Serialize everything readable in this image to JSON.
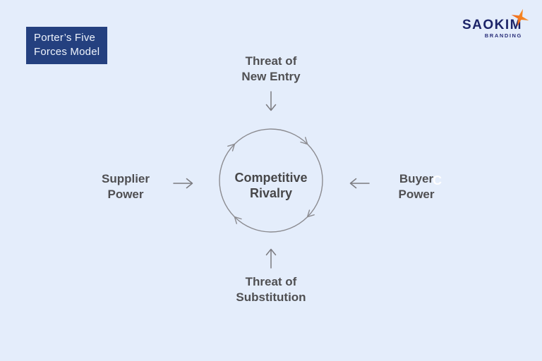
{
  "title_badge": {
    "line1": "Porter’s Five",
    "line2": "Forces Model"
  },
  "logo": {
    "wordmark": "SAOKIM",
    "tagline": "BRANDING"
  },
  "diagram": {
    "title": "Porter’s Five Forces Model",
    "center": {
      "line1": "Competitive",
      "line2": "Rivalry"
    },
    "forces": [
      {
        "id": "threat-of-new-entry",
        "position": "top",
        "line1": "Threat of",
        "line2": "New Entry",
        "arrow_direction": "down-toward-center"
      },
      {
        "id": "supplier-power",
        "position": "left",
        "line1": "Supplier",
        "line2": "Power",
        "arrow_direction": "right-toward-center"
      },
      {
        "id": "buyer-power",
        "position": "right",
        "line1": "Buyer",
        "line2": "Power",
        "arrow_direction": "left-toward-center"
      },
      {
        "id": "threat-of-substitution",
        "position": "bottom",
        "line1": "Threat of",
        "line2": "Substitution",
        "arrow_direction": "up-toward-center"
      }
    ],
    "circle_rotation": "clockwise"
  },
  "watermark": {
    "letter": "C"
  },
  "colors": {
    "background": "#e4edfb",
    "badge_background": "#24407f",
    "badge_text": "#eef3fc",
    "label_text": "#4f4f52",
    "line_gray": "#7b7b80",
    "circle_gray": "#8b8b90",
    "logo_navy": "#1c2468",
    "star_orange": "#f58220",
    "star_red": "#e94e1b"
  }
}
